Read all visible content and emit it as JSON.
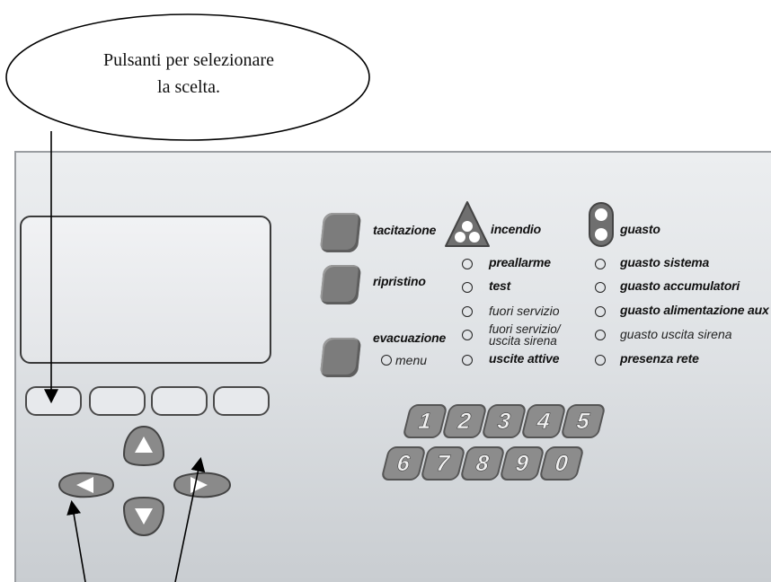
{
  "callout": {
    "line1": "Pulsanti per selezionare",
    "line2": "la scelta."
  },
  "controls": {
    "tacitazione": "tacitazione",
    "ripristino": "ripristino",
    "evacuazione": "evacuazione",
    "menu": "menu"
  },
  "zones": {
    "incendio": "incendio",
    "preallarme": "preallarme",
    "test": "test",
    "fuori_servizio": "fuori servizio",
    "fuori_servizio_uscita_1": "fuori servizio/",
    "fuori_servizio_uscita_2": "uscita sirena",
    "uscite_attive": "uscite attive"
  },
  "faults": {
    "guasto": "guasto",
    "guasto_sistema": "guasto sistema",
    "guasto_accumulatori": "guasto accumulatori",
    "guasto_alimentazione": "guasto alimentazione aux",
    "guasto_uscita_sirena": "guasto uscita sirena",
    "presenza_rete": "presenza rete"
  },
  "keypad": {
    "keys": [
      "1",
      "2",
      "3",
      "4",
      "5",
      "6",
      "7",
      "8",
      "9",
      "0"
    ]
  },
  "colors": {
    "panel": "#dfe2e5",
    "button": "#7c7c7c",
    "keypad": "#8c8c8c",
    "outline": "#222222"
  }
}
